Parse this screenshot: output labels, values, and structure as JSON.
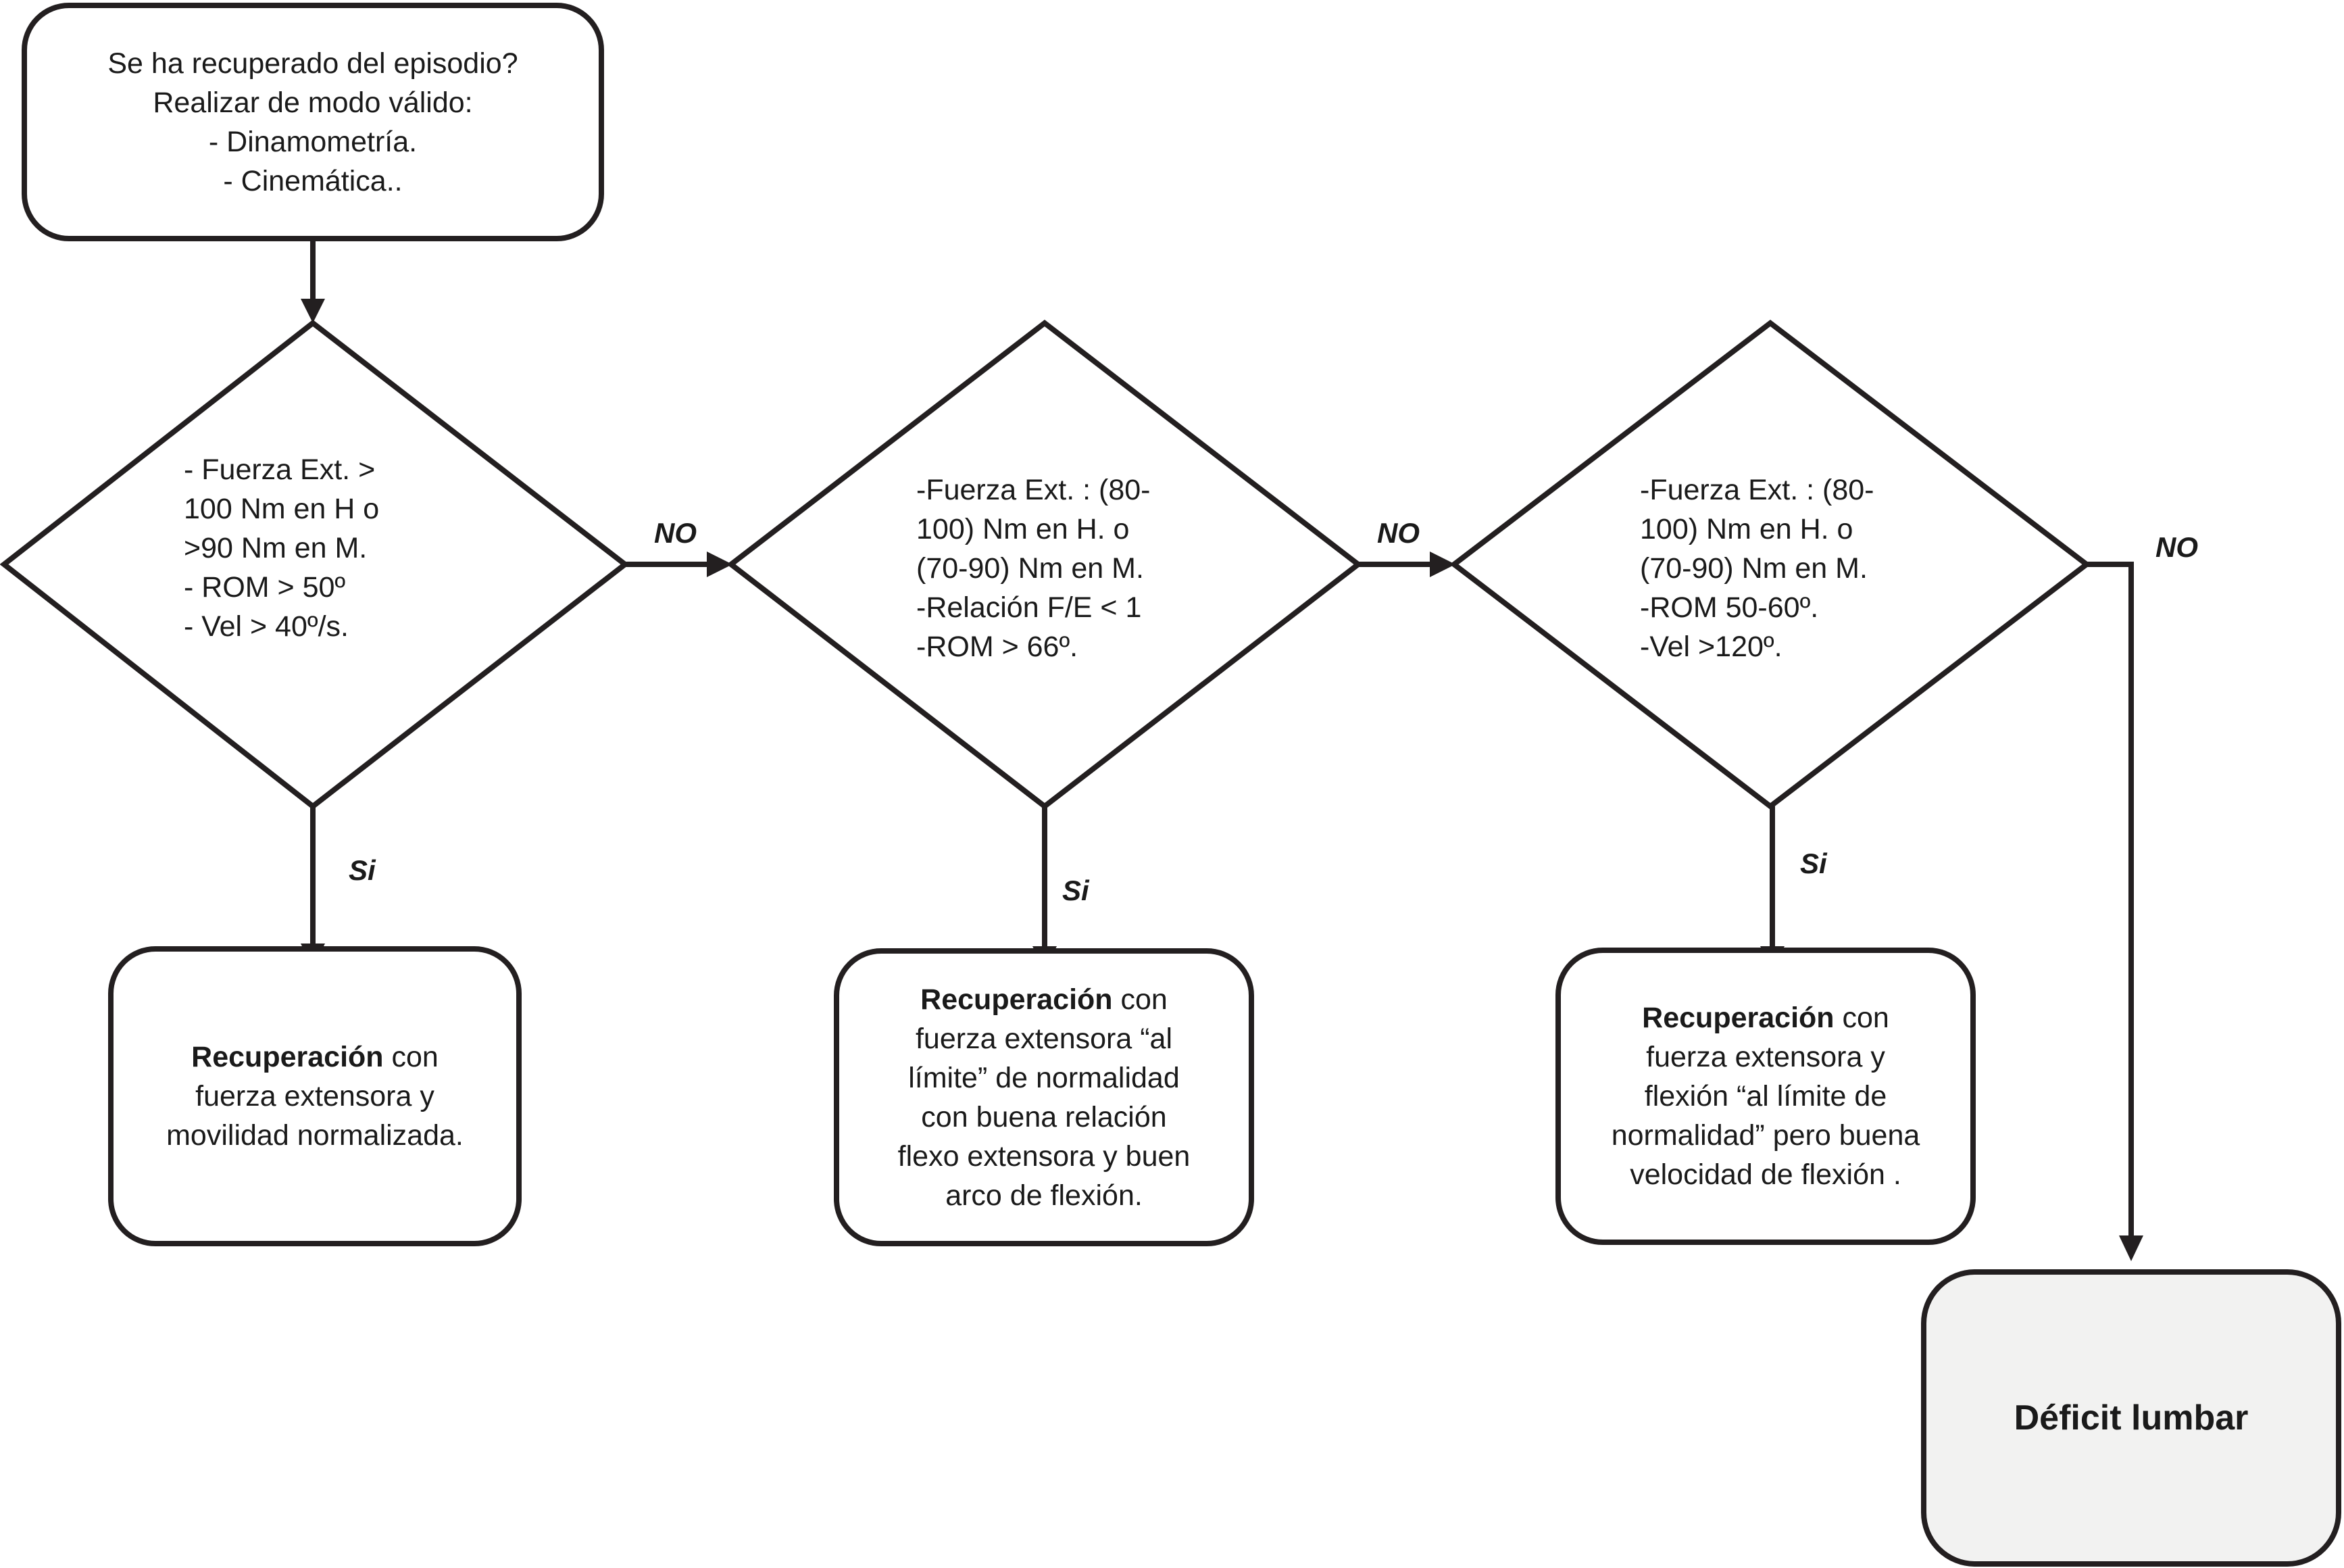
{
  "start": {
    "lines": [
      "Se ha recuperado del episodio?",
      "Realizar de modo válido:",
      "- Dinamometría.",
      "- Cinemática.."
    ]
  },
  "decisions": [
    {
      "lines": [
        "- Fuerza Ext. >",
        "100 Nm en H o",
        ">90 Nm en M.",
        "- ROM > 50º",
        "- Vel > 40º/s."
      ]
    },
    {
      "lines": [
        "-Fuerza Ext. : (80-",
        "100) Nm en H. o",
        "(70-90) Nm en M.",
        "-Relación F/E < 1",
        "-ROM > 66º."
      ]
    },
    {
      "lines": [
        "-Fuerza Ext. : (80-",
        "100) Nm en H. o",
        "(70-90) Nm en M.",
        "-ROM 50-60º.",
        "-Vel >120º."
      ]
    }
  ],
  "outcomes": [
    {
      "bold": "Recuperación",
      "rest_first": " con",
      "lines": [
        "fuerza extensora y",
        "movilidad normalizada."
      ]
    },
    {
      "bold": "Recuperación",
      "rest_first": " con",
      "lines": [
        "fuerza extensora “al",
        "límite” de normalidad",
        "con buena relación",
        "flexo extensora y buen",
        "arco de flexión."
      ]
    },
    {
      "bold": "Recuperación",
      "rest_first": " con",
      "lines": [
        "fuerza extensora y",
        "flexión “al límite de",
        "normalidad” pero buena",
        "velocidad de flexión ."
      ]
    }
  ],
  "final": {
    "label": "Déficit lumbar"
  },
  "edge_labels": {
    "no_1": "NO",
    "no_2": "NO",
    "no_3": "NO",
    "si_1": "Si",
    "si_2": "Si",
    "si_3": "Si"
  },
  "colors": {
    "stroke": "#231f20",
    "final_fill": "#f2f2f1"
  }
}
